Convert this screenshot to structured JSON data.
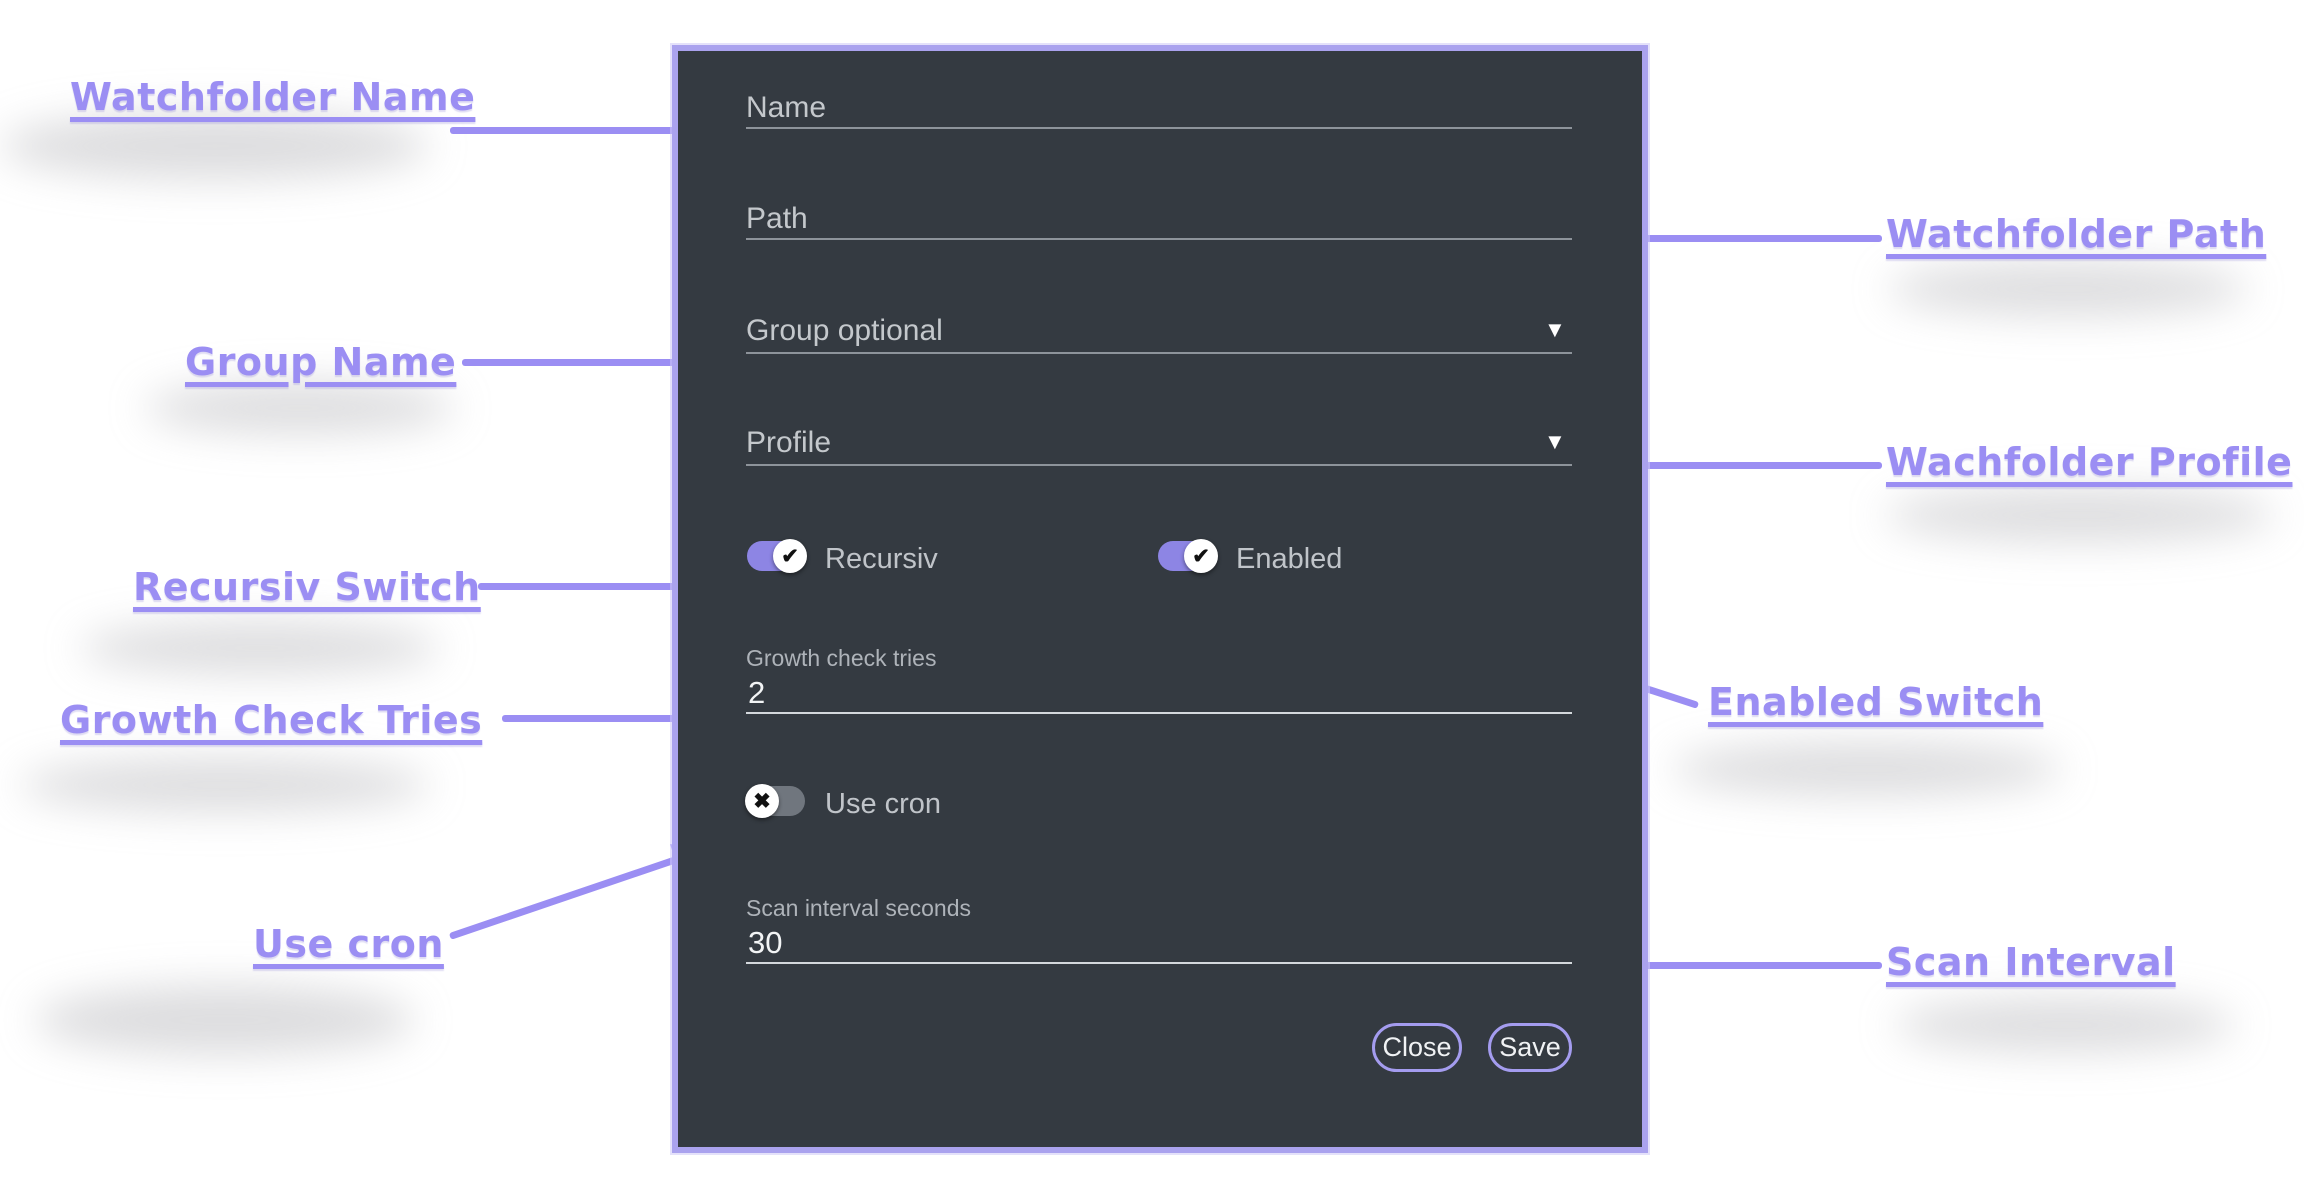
{
  "colors": {
    "accent": "#9b8ef3",
    "dialog_background": "#343a41",
    "dialog_border": "#aaa2ee",
    "field_label": "#c4c8cc",
    "small_label": "#aeb3b9",
    "value_text": "#f2f4f5",
    "underline": "#8d939a",
    "underline_bright": "#d4d8dc",
    "toggle_on": "#8d85e4",
    "toggle_off": "#70767e",
    "button_border": "#a49cef"
  },
  "dialog": {
    "name_field": {
      "label": "Name",
      "value": ""
    },
    "path_field": {
      "label": "Path",
      "value": ""
    },
    "group_select": {
      "label": "Group optional",
      "caret": "▼"
    },
    "profile_select": {
      "label": "Profile",
      "caret": "▼"
    },
    "recursiv_toggle": {
      "label": "Recursiv",
      "state": "on",
      "glyph": "✔"
    },
    "enabled_toggle": {
      "label": "Enabled",
      "state": "on",
      "glyph": "✔"
    },
    "growth_field": {
      "label": "Growth check tries",
      "value": "2"
    },
    "use_cron_toggle": {
      "label": "Use cron",
      "state": "off",
      "glyph": "✖"
    },
    "scan_field": {
      "label": "Scan interval seconds",
      "value": "30"
    },
    "buttons": {
      "close": "Close",
      "save": "Save"
    }
  },
  "annotations": {
    "watchfolder_name": "Watchfolder Name",
    "watchfolder_path": "Watchfolder Path",
    "group_name": "Group Name",
    "wachfolder_profile": "Wachfolder Profile",
    "recursiv_switch": "Recursiv Switch",
    "enabled_switch": "Enabled Switch",
    "growth_check_tries": "Growth Check Tries",
    "use_cron": "Use cron",
    "scan_interval": "Scan Interval"
  }
}
